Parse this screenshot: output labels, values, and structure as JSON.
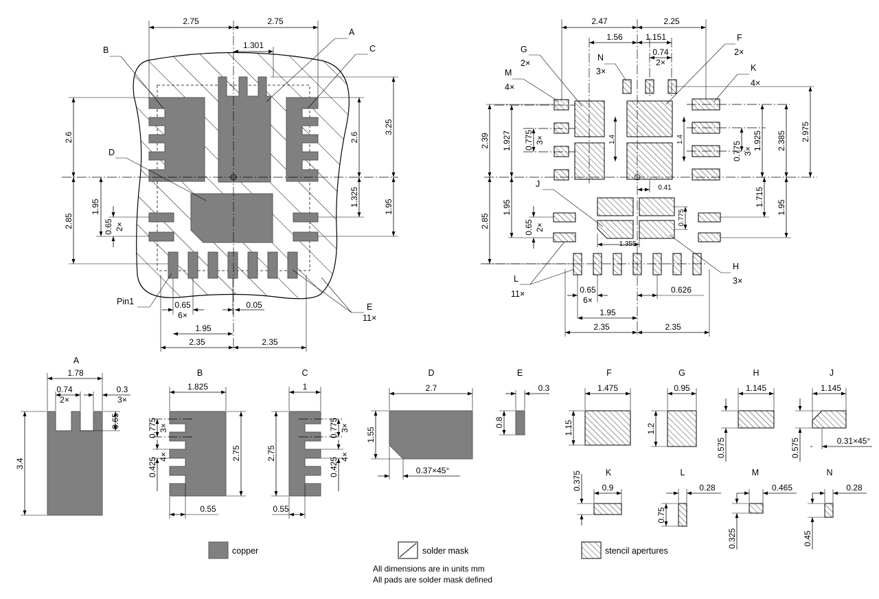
{
  "left_view": {
    "dims": {
      "w_left": "2.75",
      "w_right": "2.75",
      "a_off": "1.301",
      "h_up_l": "2.6",
      "h_dn_l": "2.85",
      "d_in_l": "1.95",
      "pitch_l": "0.65",
      "pitch_l_n": "2×",
      "h_up_r": "2.6",
      "h_up_r2": "3.25",
      "d_r": "1.325",
      "d_r2": "1.95",
      "b_pitch": "0.65",
      "b_pitch_n": "6×",
      "off": "0.05",
      "b_span": "1.95",
      "b_w_l": "2.35",
      "b_w_r": "2.35"
    },
    "labels": {
      "a": "A",
      "b": "B",
      "c": "C",
      "d": "D",
      "e": "E",
      "e_n": "11×",
      "pin1": "Pin1"
    }
  },
  "right_view": {
    "dims": {
      "w_l": "2.47",
      "w_r": "2.25",
      "g_off": "1.56",
      "f_off": "1.151",
      "n_pitch": "0.74",
      "n_pitch_n": "2×",
      "h_l_up": "2.39",
      "h_l_up2": "1.927",
      "m_pitch": "0.775",
      "m_pitch_n": "3×",
      "ap_h1": "1.4",
      "ap_h2": "1.4",
      "k_pitch": "0.775",
      "k_pitch_n": "3×",
      "h_r_up": "1.925",
      "h_r_up2": "2.385",
      "h_r_up3": "2.975",
      "c_off": "0.41",
      "h_l_dn": "2.85",
      "h_l_dn2": "1.95",
      "pitch_l": "0.65",
      "pitch_l_n": "2×",
      "h_pitch": "0.775",
      "h_r_dn": "1.715",
      "h_r_dn2": "1.95",
      "j_w": "1.355",
      "l_pitch": "0.65",
      "l_pitch_n": "6×",
      "l_off": "0.626",
      "l_span": "1.95",
      "b_w_l": "2.35",
      "b_w_r": "2.35"
    },
    "labels": {
      "g": "G",
      "g_n": "2×",
      "n": "N",
      "n_n": "3×",
      "f": "F",
      "f_n": "2×",
      "m": "M",
      "m_n": "4×",
      "k": "K",
      "k_n": "4×",
      "j": "J",
      "h": "H",
      "h_n": "3×",
      "l": "L",
      "l_n": "11×"
    }
  },
  "details": {
    "a": {
      "title": "A",
      "w": "1.78",
      "w2": "0.74",
      "w2_n": "2×",
      "w3": "0.3",
      "w3_n": "3×",
      "d": "0.65",
      "h": "3.4"
    },
    "b": {
      "title": "B",
      "w": "1.825",
      "p1": "0.775",
      "p1_n": "3×",
      "p2": "0.425",
      "p2_n": "4×",
      "h": "2.75",
      "s": "0.55"
    },
    "c": {
      "title": "C",
      "w": "1",
      "p1": "0.775",
      "p1_n": "3×",
      "p2": "0.425",
      "p2_n": "4×",
      "h": "2.75",
      "s": "0.55"
    },
    "d": {
      "title": "D",
      "w": "2.7",
      "h": "1.55",
      "ch": "0.37×45°"
    },
    "e": {
      "title": "E",
      "w": "0.3",
      "h": "0.8"
    },
    "f": {
      "title": "F",
      "w": "1.475",
      "h": "1.15"
    },
    "g": {
      "title": "G",
      "w": "0.95",
      "h": "1.2"
    },
    "h": {
      "title": "H",
      "w": "1.145",
      "h": "0.575"
    },
    "j": {
      "title": "J",
      "w": "1.145",
      "h": "0.575",
      "ch": "0.31×45°"
    },
    "k": {
      "title": "K",
      "w": "0.9",
      "h": "0.375"
    },
    "l": {
      "title": "L",
      "w": "0.28",
      "h": "0.75"
    },
    "m": {
      "title": "M",
      "w": "0.465",
      "h": "0.325"
    },
    "n": {
      "title": "N",
      "w": "0.28",
      "h": "0.45"
    }
  },
  "legend": {
    "copper": "copper",
    "solder_mask": "solder mask",
    "stencil": "stencil apertures",
    "note1": "All dimensions are in units mm",
    "note2": "All pads are solder mask defined"
  },
  "colors": {
    "copper": "#808080",
    "line": "#000000",
    "background": "#ffffff"
  }
}
